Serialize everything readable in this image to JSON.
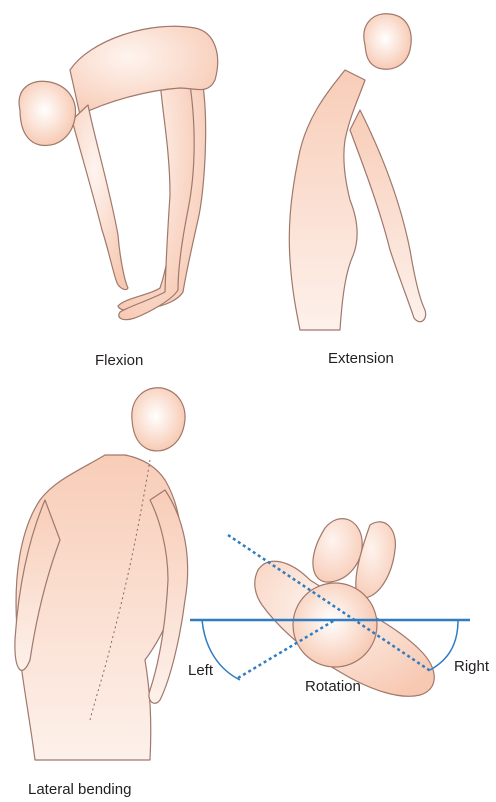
{
  "labels": {
    "flexion": "Flexion",
    "extension": "Extension",
    "lateral_bending": "Lateral bending",
    "rotation": "Rotation",
    "left": "Left",
    "right": "Right"
  },
  "colors": {
    "skin_light": "#fdf0ea",
    "skin": "#f8cdb8",
    "outline": "#a0786c",
    "guide_line": "#2f7cc0"
  }
}
